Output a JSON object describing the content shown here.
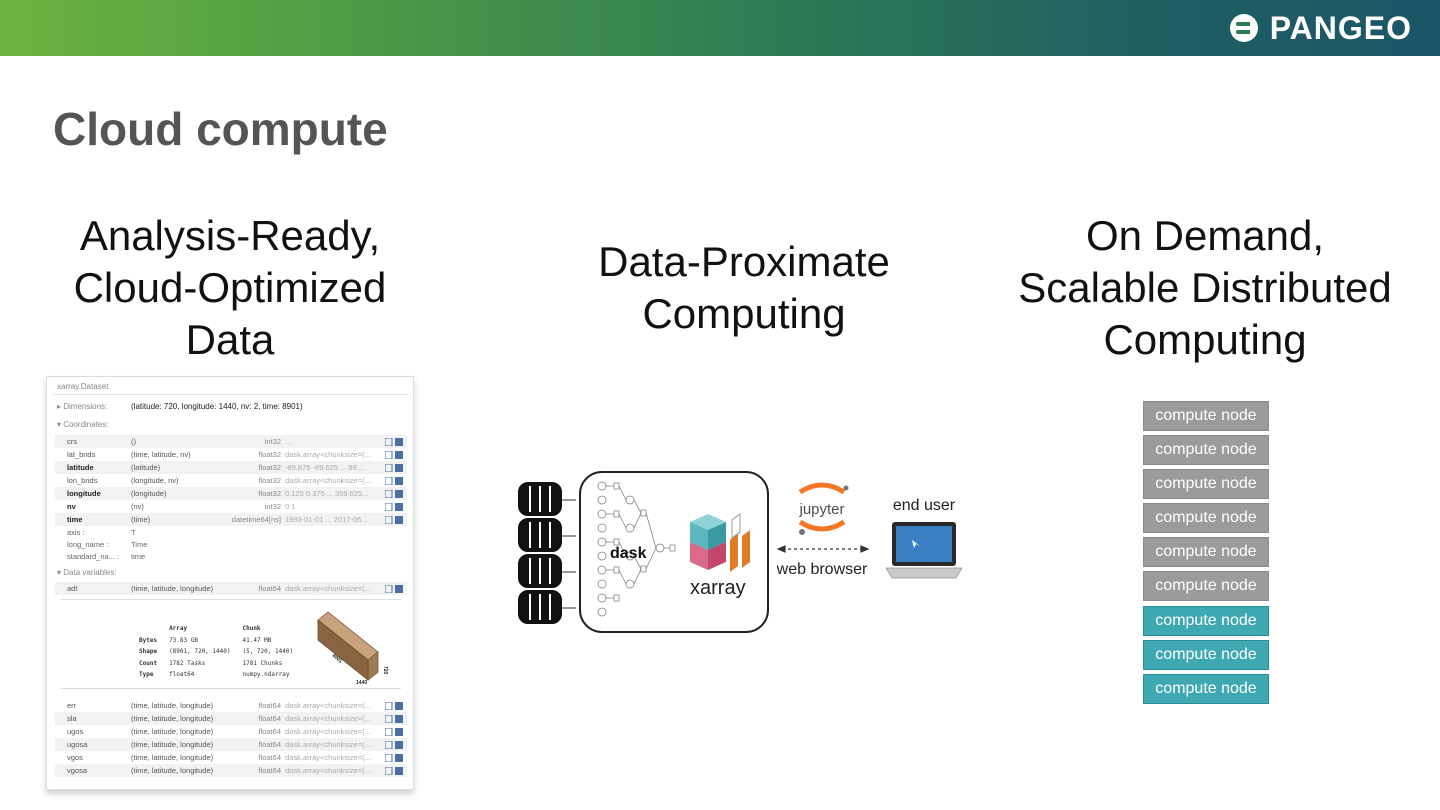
{
  "header": {
    "logo_text": "PANGEO"
  },
  "slide": {
    "title": "Cloud compute"
  },
  "columns": [
    {
      "title_lines": [
        "Analysis-Ready,",
        "Cloud-Optimized",
        "Data"
      ]
    },
    {
      "title_lines": [
        "Data-Proximate",
        "Computing"
      ]
    },
    {
      "title_lines": [
        "On Demand,",
        "Scalable Distributed",
        "Computing"
      ]
    }
  ],
  "dataset": {
    "type_label": "xarray.Dataset",
    "dimensions_label": "▸ Dimensions:",
    "dimensions_value": "(latitude: 720, longitude: 1440, nv: 2, time: 8901)",
    "coordinates_label": "▾ Coordinates:",
    "coords": [
      {
        "name": "crs",
        "dims": "()",
        "dtype": "int32",
        "preview": "..."
      },
      {
        "name": "lat_bnds",
        "dims": "(time, latitude, nv)",
        "dtype": "float32",
        "preview": "dask.array<chunksize=(..."
      },
      {
        "name": "latitude",
        "dims": "(latitude)",
        "dtype": "float32",
        "preview": "-89.875 -89.625 ... 89...."
      },
      {
        "name": "lon_bnds",
        "dims": "(longitude, nv)",
        "dtype": "float32",
        "preview": "dask.array<chunksize=(..."
      },
      {
        "name": "longitude",
        "dims": "(longitude)",
        "dtype": "float32",
        "preview": "0.125 0.375 ... 359.625..."
      },
      {
        "name": "nv",
        "dims": "(nv)",
        "dtype": "int32",
        "preview": "0 1"
      },
      {
        "name": "time",
        "dims": "(time)",
        "dtype": "datetime64[ns]",
        "preview": "1993-01-01 ... 2017-05..."
      }
    ],
    "attrs": [
      {
        "key": "axis :",
        "value": "T"
      },
      {
        "key": "long_name :",
        "value": "Time"
      },
      {
        "key": "standard_na... :",
        "value": "time"
      }
    ],
    "data_vars_label": "▾ Data variables:",
    "first_var": {
      "name": "adt",
      "dims": "(time, latitude, longitude)",
      "dtype": "float64",
      "preview": "dask.array<chunksize=(..."
    },
    "array_table": {
      "col_array": "Array",
      "col_chunk": "Chunk",
      "rows": [
        {
          "label": "Bytes",
          "array": "73.83 GB",
          "chunk": "41.47 MB"
        },
        {
          "label": "Shape",
          "array": "(8901, 720, 1440)",
          "chunk": "(5, 720, 1440)"
        },
        {
          "label": "Count",
          "array": "1782 Tasks",
          "chunk": "1781 Chunks"
        },
        {
          "label": "Type",
          "array": "float64",
          "chunk": "numpy.ndarray"
        }
      ],
      "cube_labels": {
        "depth": "8901",
        "height": "720",
        "width": "1440"
      }
    },
    "more_vars": [
      {
        "name": "err",
        "dims": "(time, latitude, longitude)",
        "dtype": "float64",
        "preview": "dask.array<chunksize=(..."
      },
      {
        "name": "sla",
        "dims": "(time, latitude, longitude)",
        "dtype": "float64",
        "preview": "dask.array<chunksize=(..."
      },
      {
        "name": "ugos",
        "dims": "(time, latitude, longitude)",
        "dtype": "float64",
        "preview": "dask.array<chunksize=(..."
      },
      {
        "name": "ugosa",
        "dims": "(time, latitude, longitude)",
        "dtype": "float64",
        "preview": "dask.array<chunksize=(..."
      },
      {
        "name": "vgos",
        "dims": "(time, latitude, longitude)",
        "dtype": "float64",
        "preview": "dask.array<chunksize=(..."
      },
      {
        "name": "vgosa",
        "dims": "(time, latitude, longitude)",
        "dtype": "float64",
        "preview": "dask.array<chunksize=(..."
      }
    ]
  },
  "middle_diagram": {
    "dask_label": "dask",
    "xarray_label": "xarray",
    "jupyter_label": "jupyter",
    "browser_label": "web browser",
    "end_user_label": "end user"
  },
  "compute_nodes": {
    "items": [
      {
        "label": "compute node",
        "state": "idle"
      },
      {
        "label": "compute node",
        "state": "idle"
      },
      {
        "label": "compute node",
        "state": "idle"
      },
      {
        "label": "compute node",
        "state": "idle"
      },
      {
        "label": "compute node",
        "state": "idle"
      },
      {
        "label": "compute node",
        "state": "idle"
      },
      {
        "label": "compute node",
        "state": "active"
      },
      {
        "label": "compute node",
        "state": "active"
      },
      {
        "label": "compute node",
        "state": "active"
      }
    ],
    "colors": {
      "idle": "#9b9b9b",
      "active": "#3ea9b3"
    }
  }
}
